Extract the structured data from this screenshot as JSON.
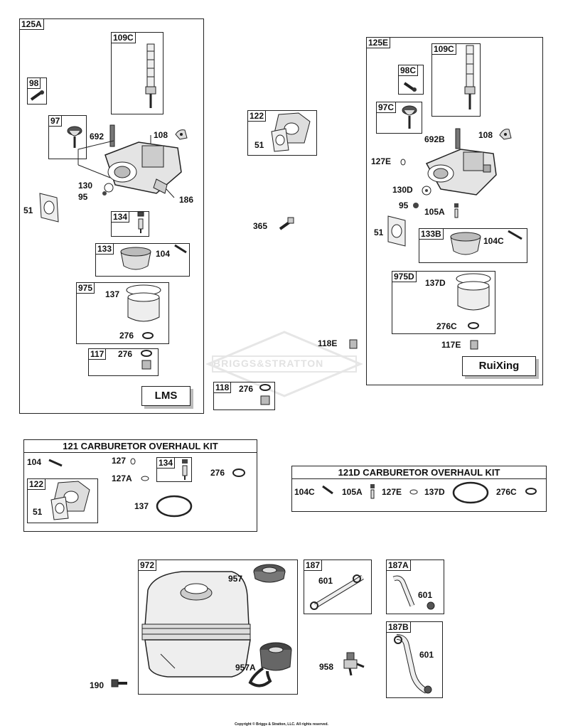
{
  "watermark": "BRIGGS&STRATTON",
  "copyright": "Copyright © Briggs & Stratton, LLC. All rights reserved.",
  "box_125a": {
    "tag": "125A",
    "tags": {
      "t109c": "109C",
      "t98": "98",
      "t97": "97",
      "t134": "134",
      "t133": "133",
      "t975": "975",
      "t117": "117"
    },
    "labels": {
      "l692": "692",
      "l108": "108",
      "l130": "130",
      "l95": "95",
      "l186": "186",
      "l51": "51",
      "l104": "104",
      "l137": "137",
      "l276a": "276",
      "l276b": "276"
    },
    "brand": "LMS"
  },
  "box_122": {
    "tag": "122",
    "label_51": "51"
  },
  "label_365": "365",
  "label_118e": "118E",
  "box_118": {
    "tag": "118",
    "label_276": "276"
  },
  "box_125e": {
    "tag": "125E",
    "tags": {
      "t109c": "109C",
      "t98c": "98C",
      "t97c": "97C",
      "t133b": "133B",
      "t975d": "975D"
    },
    "labels": {
      "l692b": "692B",
      "l108": "108",
      "l127e": "127E",
      "l130d": "130D",
      "l95": "95",
      "l105a": "105A",
      "l51": "51",
      "l104c": "104C",
      "l137d": "137D",
      "l276c": "276C",
      "l117e": "117E"
    },
    "brand": "RuiXing"
  },
  "kit_121": {
    "title": "121 CARBURETOR OVERHAUL KIT",
    "labels": {
      "l104": "104",
      "l127": "127",
      "l127a": "127A",
      "l276": "276",
      "l51": "51",
      "l137": "137"
    },
    "tags": {
      "t134": "134",
      "t122": "122"
    }
  },
  "kit_121d": {
    "title": "121D CARBURETOR OVERHAUL KIT",
    "labels": {
      "l104c": "104C",
      "l105a": "105A",
      "l127e": "127E",
      "l137d": "137D",
      "l276c": "276C"
    }
  },
  "box_972": {
    "tag": "972",
    "labels": {
      "l957": "957",
      "l957a": "957A"
    }
  },
  "label_190": "190",
  "label_958": "958",
  "box_187": {
    "tag": "187",
    "label_601": "601"
  },
  "box_187a": {
    "tag": "187A",
    "label_601": "601"
  },
  "box_187b": {
    "tag": "187B",
    "label_601": "601"
  }
}
